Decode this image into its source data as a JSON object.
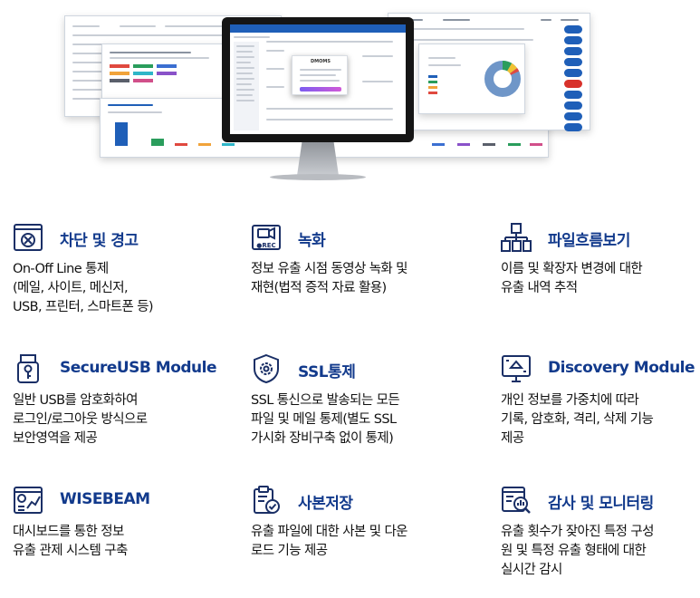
{
  "features": [
    {
      "id": "block-warn",
      "icon": "block-warning-icon",
      "title": "차단 및 경고",
      "lines": [
        "On-Off Line 통제",
        "(메일, 사이트, 메신저,",
        "USB, 프린터, 스마트폰 등)"
      ]
    },
    {
      "id": "recording",
      "icon": "recording-icon",
      "title": "녹화",
      "lines": [
        "정보 유출 시점 동영상 녹화 및",
        "재현(법적 증적 자료 활용)"
      ]
    },
    {
      "id": "file-flow",
      "icon": "file-flow-icon",
      "title": "파일흐름보기",
      "lines": [
        "이름 및 확장자 변경에 대한",
        "유출 내역 추적"
      ]
    },
    {
      "id": "secure-usb",
      "icon": "usb-key-icon",
      "title": "SecureUSB Module",
      "lines": [
        "일반 USB를 암호화하여",
        "로그인/로그아웃 방식으로",
        "보안영역을 제공"
      ]
    },
    {
      "id": "ssl",
      "icon": "shield-gear-icon",
      "title": "SSL통제",
      "lines": [
        "SSL 통신으로 발송되는 모든",
        "파일 및 메일 통제(별도 SSL",
        "가시화 장비구축 없이 통제)"
      ]
    },
    {
      "id": "discovery",
      "icon": "discovery-icon",
      "title": "Discovery Module",
      "lines": [
        "개인 정보를 가중치에 따라",
        "기록, 암호화, 격리, 삭제 기능",
        "제공"
      ]
    },
    {
      "id": "wisebeam",
      "icon": "dashboard-icon",
      "title": "WISEBEAM",
      "lines": [
        "대시보드를 통한 정보",
        "유출 관제 시스템 구축"
      ]
    },
    {
      "id": "copy-save",
      "icon": "clipboard-check-icon",
      "title": "사본저장",
      "lines": [
        "유출 파일에 대한 사본 및 다운",
        "로드 기능 제공"
      ]
    },
    {
      "id": "audit",
      "icon": "monitoring-icon",
      "title": "감사 및 모니터링",
      "lines": [
        "유출 횟수가 잦아진 특정 구성",
        "원 및 특정 유출 형태에 대한",
        "실시간 감시"
      ]
    }
  ],
  "hero": {
    "dialog_brand": "DMOMS",
    "mini_title": "유출 통계",
    "accent": "#1f5fb8",
    "title_color": "#123a8c"
  }
}
